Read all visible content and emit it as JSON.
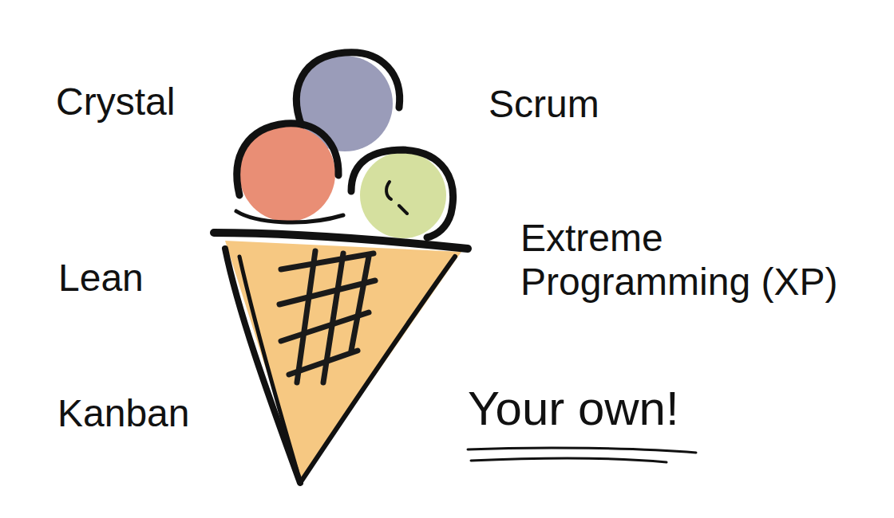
{
  "diagram": {
    "labels": [
      "Crystal",
      "Scrum",
      "Lean",
      "Extreme Programming (XP)",
      "Kanban",
      "Your own!"
    ]
  }
}
